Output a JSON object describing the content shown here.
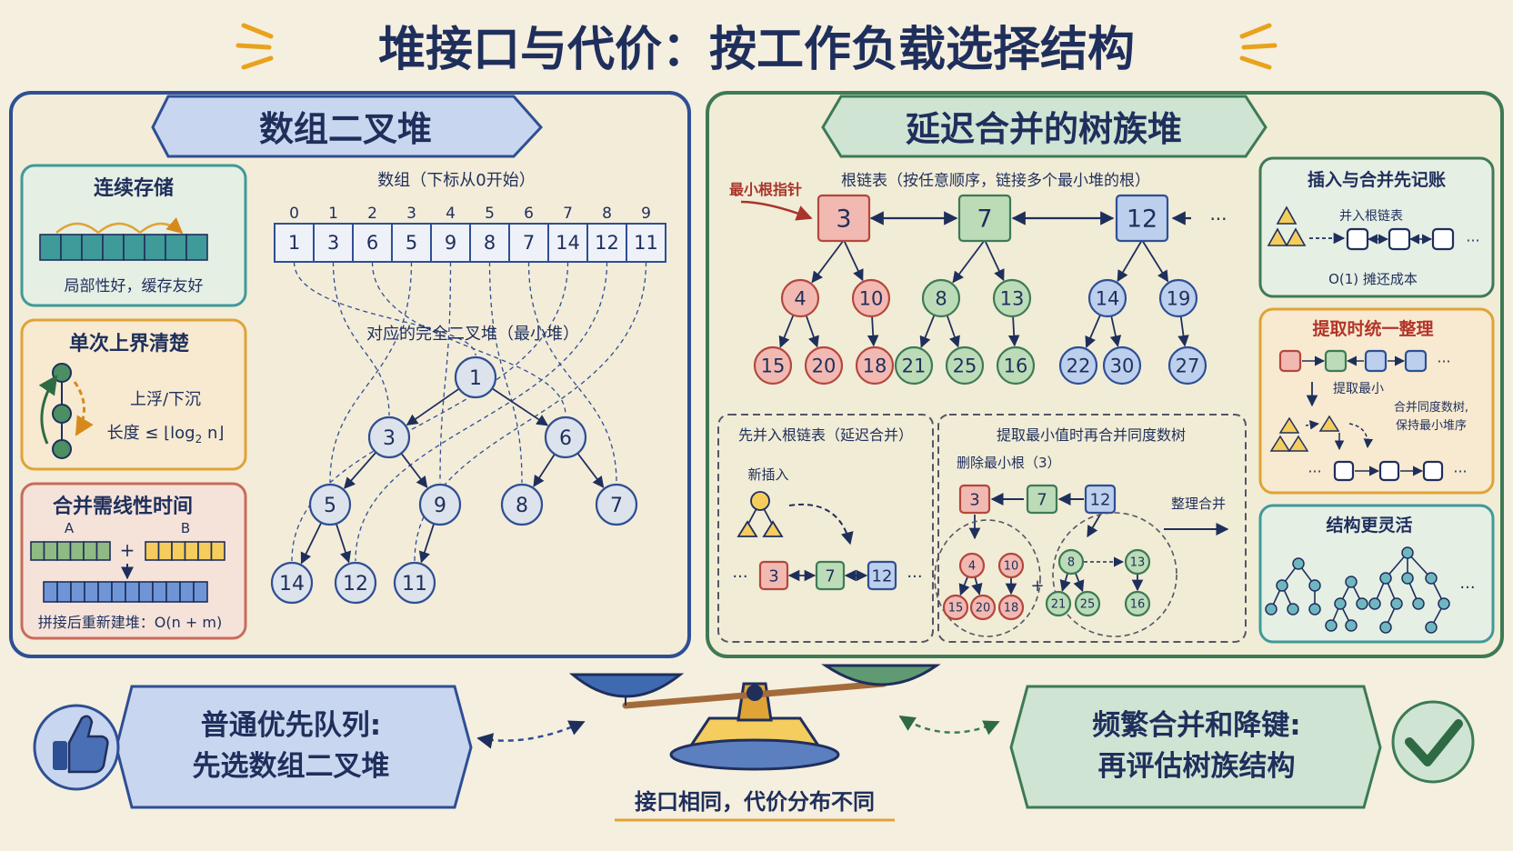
{
  "colors": {
    "paper": "#f5efdf",
    "ink": "#1f2f5c",
    "blue_frame": "#2e4f94",
    "blue_fill": "#c9d6ef",
    "green_frame": "#3d7a55",
    "green_fill": "#cfe4d3",
    "teal": "#3f9a9a",
    "orange": "#e0a336",
    "red_fill": "#f2b9b2",
    "red_stroke": "#b4473d",
    "yellow_fill": "#f4cd5e",
    "gray_node": "#dde3ec"
  },
  "title": "堆接口与代价：按工作负载选择结构",
  "left_panel": {
    "header": "数组二叉堆",
    "card_storage": {
      "title": "连续存储",
      "caption": "局部性好，缓存友好"
    },
    "card_bound": {
      "title": "单次上界清楚",
      "line1": "上浮/下沉",
      "line2_prefix": "长度 ≤ ⌊log",
      "line2_sub": "2",
      "line2_suffix": " n⌋"
    },
    "card_merge": {
      "title": "合并需线性时间",
      "label_a": "A",
      "label_b": "B",
      "plus": "+",
      "caption": "拼接后重新建堆：O(n + m)"
    },
    "array_title": "数组（下标从0开始）",
    "indices": [
      "0",
      "1",
      "2",
      "3",
      "4",
      "5",
      "6",
      "7",
      "8",
      "9"
    ],
    "values": [
      "1",
      "3",
      "6",
      "5",
      "9",
      "8",
      "7",
      "14",
      "12",
      "11"
    ],
    "tree_title": "对应的完全二叉堆（最小堆）"
  },
  "right_panel": {
    "header": "延迟合并的树族堆",
    "min_pointer": "最小根指针",
    "root_list_title": "根链表（按任意顺序，链接多个最小堆的根）",
    "roots": [
      "3",
      "7",
      "12"
    ],
    "ellipsis": "···",
    "tree_red": [
      "4",
      "10",
      "15",
      "20",
      "18"
    ],
    "tree_green": [
      "8",
      "13",
      "21",
      "25",
      "16"
    ],
    "tree_blue": [
      "14",
      "19",
      "22",
      "30",
      "27"
    ],
    "box_insert": {
      "title": "先并入根链表（延迟合并）",
      "new_insert": "新插入",
      "roots": [
        "3",
        "7",
        "12"
      ]
    },
    "box_extract": {
      "title": "提取最小值时再合并同度数树",
      "delete_label": "删除最小根（3）",
      "roots": [
        "3",
        "7",
        "12"
      ],
      "tidy": "整理合并",
      "sub_red": [
        "4",
        "10",
        "15",
        "20",
        "18"
      ],
      "sub_green": [
        "8",
        "13",
        "21",
        "25",
        "16"
      ],
      "plus": "+"
    },
    "card_insert": {
      "title": "插入与合并先记账",
      "merge_label": "并入根链表",
      "cost": "O(1) 摊还成本"
    },
    "card_extract": {
      "title": "提取时统一整理",
      "extract_label": "提取最小",
      "merge_label_1": "合并同度数树,",
      "merge_label_2": "保持最小堆序"
    },
    "card_flexible": {
      "title": "结构更灵活"
    }
  },
  "bottom": {
    "left_line1": "普通优先队列:",
    "left_line2": "先选数组二叉堆",
    "right_line1": "频繁合并和降键:",
    "right_line2": "再评估树族结构",
    "center_caption": "接口相同，代价分布不同"
  }
}
